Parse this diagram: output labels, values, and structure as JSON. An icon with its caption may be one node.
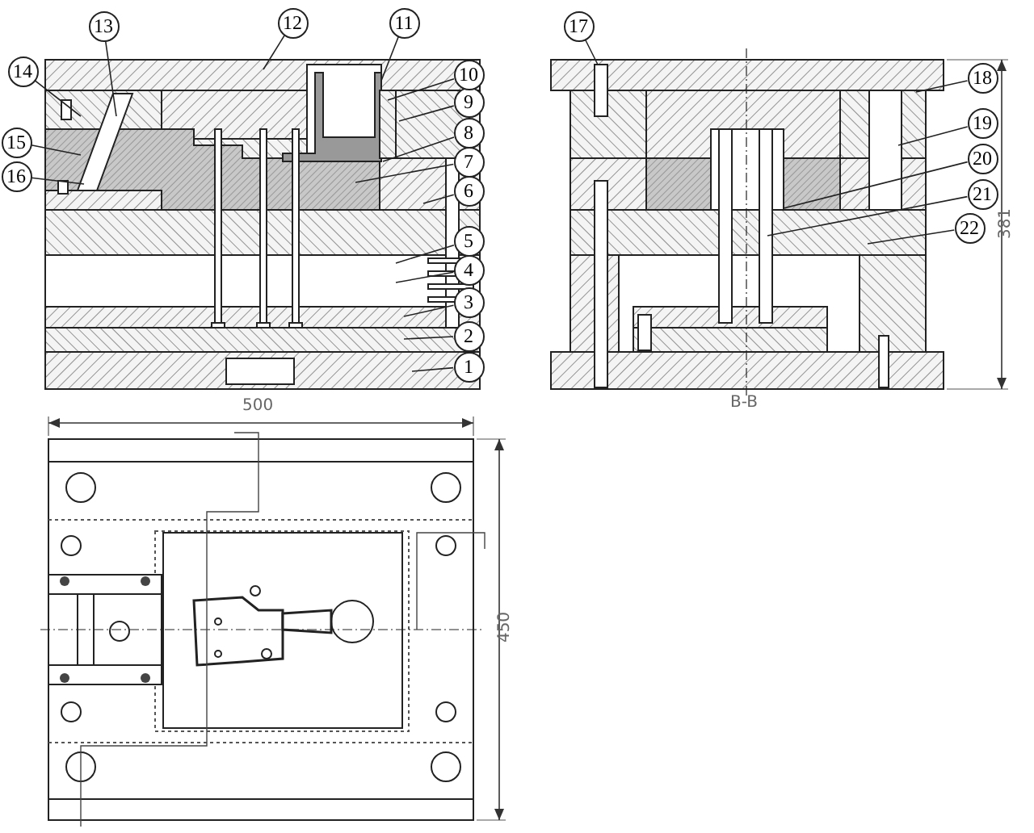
{
  "diagram": {
    "nodes": [
      {
        "text": [
          "1"
        ]
      },
      {
        "text": [
          "2"
        ]
      },
      {
        "text": [
          "3"
        ]
      },
      {
        "text": [
          "4"
        ]
      },
      {
        "text": [
          "5"
        ]
      },
      {
        "text": [
          "6"
        ]
      },
      {
        "text": [
          "7"
        ]
      },
      {
        "text": [
          "8"
        ]
      },
      {
        "text": [
          "9"
        ]
      },
      {
        "text": [
          "10"
        ]
      },
      {
        "text": [
          "11"
        ]
      },
      {
        "text": [
          "12"
        ]
      },
      {
        "text": [
          "13"
        ]
      },
      {
        "text": [
          "14"
        ]
      },
      {
        "text": [
          "15"
        ]
      },
      {
        "text": [
          "16"
        ]
      },
      {
        "text": [
          "17"
        ]
      },
      {
        "text": [
          "18"
        ]
      },
      {
        "text": [
          "19"
        ]
      },
      {
        "text": [
          "20"
        ]
      },
      {
        "text": [
          "21"
        ]
      },
      {
        "text": [
          "22"
        ]
      }
    ],
    "edges": [
      {
        "from": 0,
        "to": null,
        "arrow": "none"
      },
      {
        "from": 1,
        "to": null,
        "arrow": "none"
      },
      {
        "from": 2,
        "to": null,
        "arrow": "none"
      },
      {
        "from": 3,
        "to": null,
        "arrow": "none"
      },
      {
        "from": 4,
        "to": null,
        "arrow": "none"
      },
      {
        "from": 5,
        "to": null,
        "arrow": "none"
      },
      {
        "from": 6,
        "to": null,
        "arrow": "none"
      },
      {
        "from": 7,
        "to": null,
        "arrow": "none"
      },
      {
        "from": 8,
        "to": null,
        "arrow": "none"
      },
      {
        "from": 9,
        "to": null,
        "arrow": "none"
      },
      {
        "from": 10,
        "to": null,
        "arrow": "none"
      },
      {
        "from": 11,
        "to": null,
        "arrow": "none"
      },
      {
        "from": 12,
        "to": null,
        "arrow": "none"
      },
      {
        "from": 13,
        "to": null,
        "arrow": "none"
      },
      {
        "from": 14,
        "to": null,
        "arrow": "none"
      },
      {
        "from": 15,
        "to": null,
        "arrow": "none"
      },
      {
        "from": 16,
        "to": null,
        "arrow": "none"
      },
      {
        "from": 17,
        "to": null,
        "arrow": "none"
      },
      {
        "from": 18,
        "to": null,
        "arrow": "none"
      },
      {
        "from": 19,
        "to": null,
        "arrow": "none"
      },
      {
        "from": 20,
        "to": null,
        "arrow": "none"
      },
      {
        "from": 21,
        "to": null,
        "arrow": "none"
      }
    ],
    "labels": [
      "500",
      "450",
      "381",
      "B-B"
    ]
  }
}
